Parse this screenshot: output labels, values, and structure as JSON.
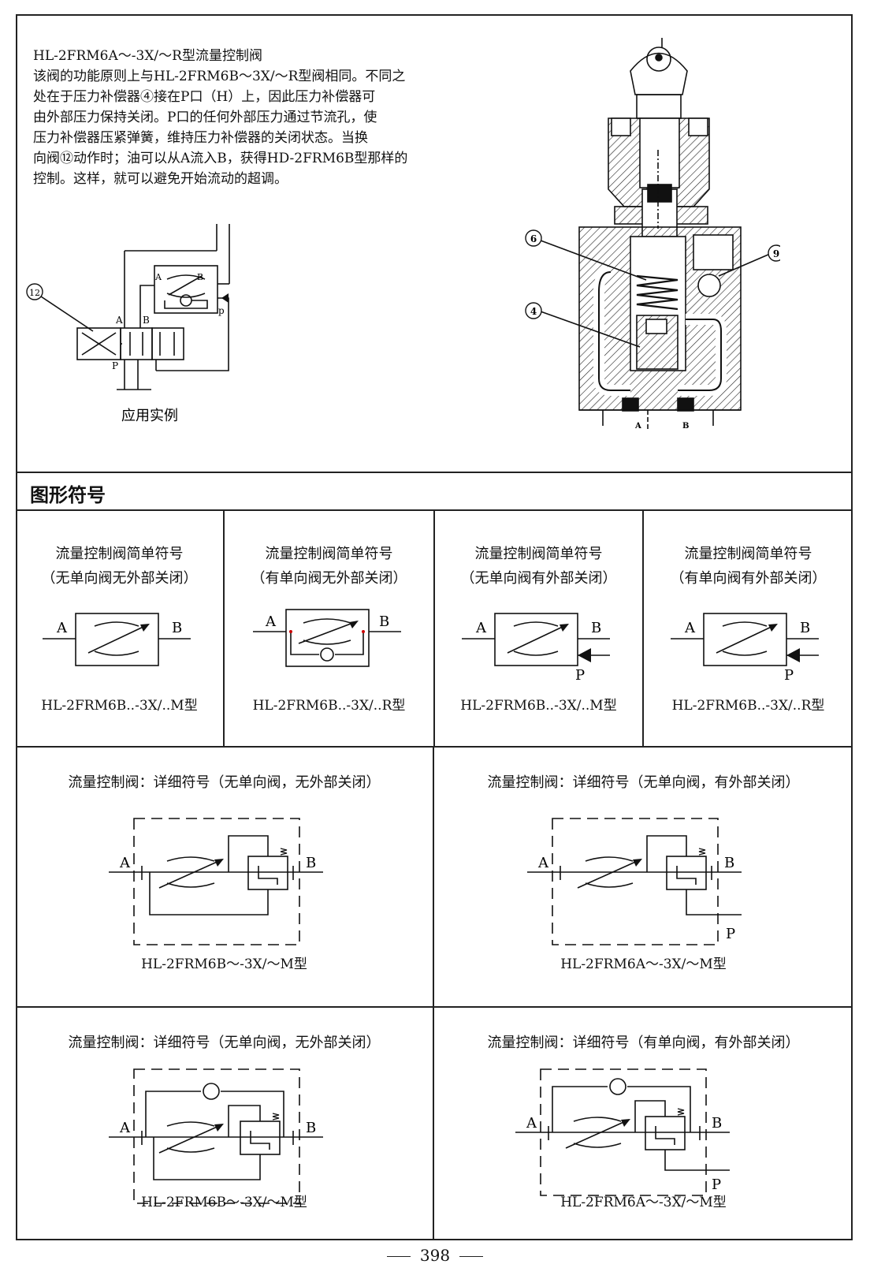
{
  "intro": {
    "lines": [
      "HL-2FRM6A～-3X/～R型流量控制阀",
      "该阀的功能原则上与HL-2FRM6B～3X/～R型阀相同。不同之",
      "处在于压力补偿器④接在P口（H）上，因此压力补偿器可",
      "由外部压力保持关闭。P口的任何外部压力通过节流孔，使",
      "压力补偿器压紧弹簧，维持压力补偿器的关闭状态。当换",
      "向阀⑫动作时；油可以从A流入B，获得HD-2FRM6B型那样的",
      "控制。这样，就可以避免开始流动的超调。"
    ],
    "example_caption": "应用实例",
    "callout_12": "12",
    "port_A": "A",
    "port_B": "B",
    "port_P": "P",
    "port_p": "p"
  },
  "sectional": {
    "callouts": [
      "6",
      "9",
      "4"
    ],
    "port_A": "A",
    "port_B": "B"
  },
  "section_title": "图形符号",
  "simple_symbols": [
    {
      "title": "流量控制阀简单符号",
      "subtitle": "（无单向阀无外部关闭）",
      "model": "HL-2FRM6B..-3X/..M型"
    },
    {
      "title": "流量控制阀简单符号",
      "subtitle": "（有单向阀无外部关闭）",
      "model": "HL-2FRM6B..-3X/..R型"
    },
    {
      "title": "流量控制阀简单符号",
      "subtitle": "（无单向阀有外部关闭）",
      "model": "HL-2FRM6B..-3X/..M型"
    },
    {
      "title": "流量控制阀简单符号",
      "subtitle": "（有单向阀有外部关闭）",
      "model": "HL-2FRM6B..-3X/..R型"
    }
  ],
  "detail_symbols": [
    {
      "title": "流量控制阀：详细符号（无单向阀，无外部关闭）",
      "model": "HL-2FRM6B～-3X/～M型"
    },
    {
      "title": "流量控制阀：详细符号（无单向阀，有外部关闭）",
      "model": "HL-2FRM6A～-3X/～M型"
    },
    {
      "title": "流量控制阀：详细符号（无单向阀，无外部关闭）",
      "model": "HL-2FRM6B～-3X/～M型"
    },
    {
      "title": "流量控制阀：详细符号（有单向阀，有外部关闭）",
      "model": "HL-2FRM6A～-3X/～M型"
    }
  ],
  "labels": {
    "A": "A",
    "B": "B",
    "P": "P"
  },
  "page_number": "398"
}
